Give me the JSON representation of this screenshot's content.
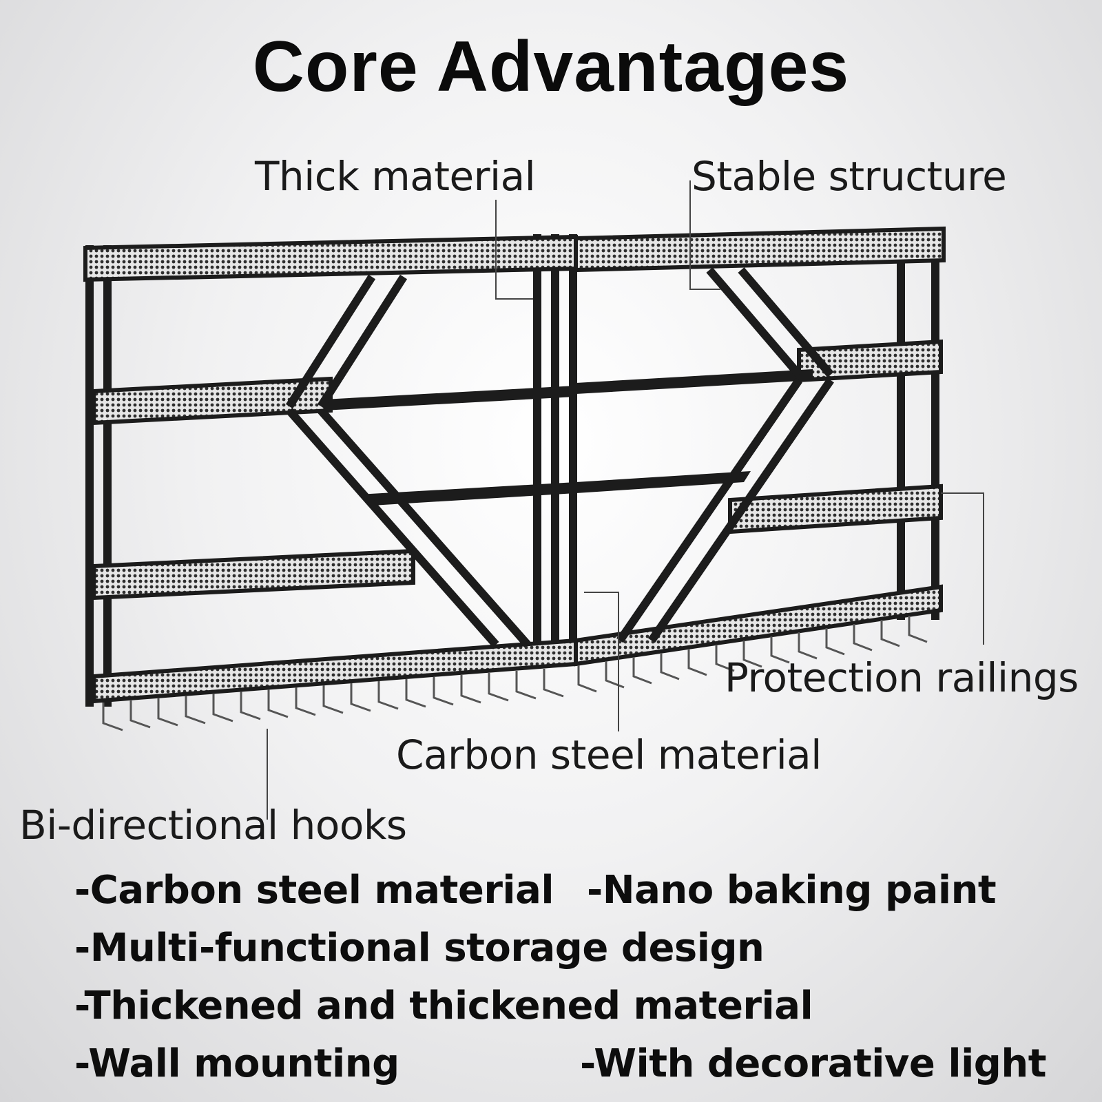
{
  "title": "Core Advantages",
  "callouts": {
    "thick_material": "Thick material",
    "stable_structure": "Stable structure",
    "protection_railings": "Protection railings",
    "carbon_steel": "Carbon steel material",
    "hooks": "Bi-directional hooks"
  },
  "features": [
    "-Carbon steel material",
    "-Nano baking paint",
    "-Multi-functional storage design",
    "-Thickened and thickened material",
    "-Wall mounting",
    "-With decorative light"
  ],
  "colors": {
    "frame": "#1c1c1c",
    "mesh": "#3a3a3a",
    "leader": "#444444"
  }
}
